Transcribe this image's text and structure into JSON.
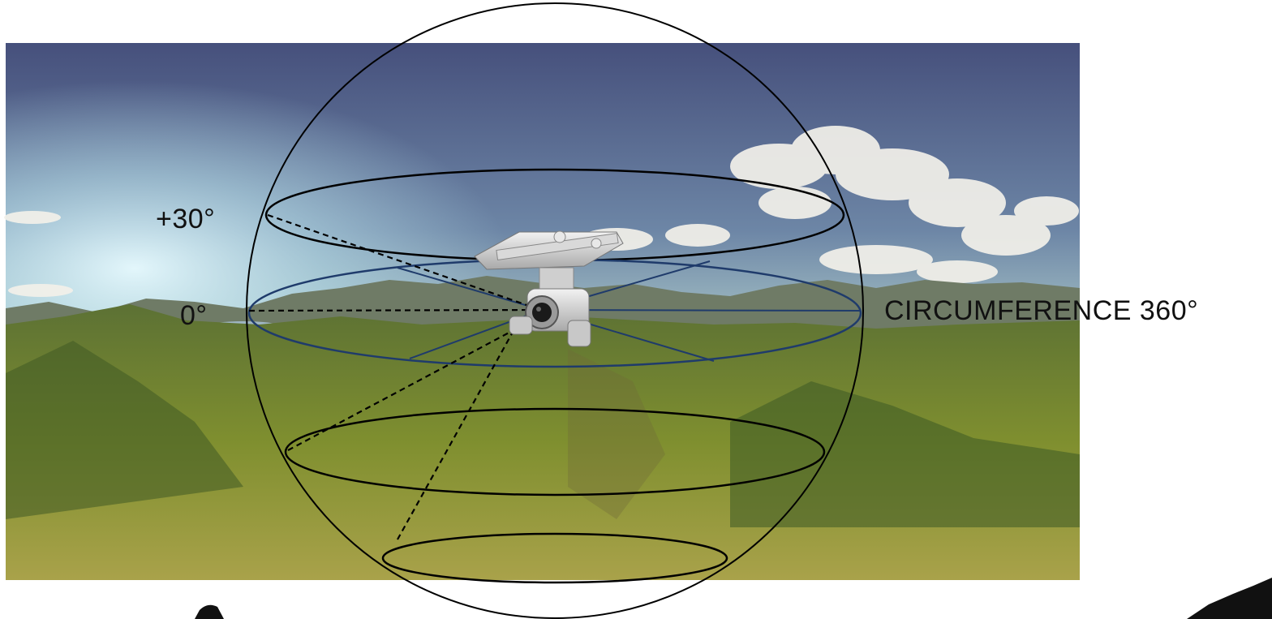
{
  "labels": {
    "elevation_up": "+30°",
    "elevation_horizon": "0°",
    "circumference": "CIRCUMFERENCE 360°"
  },
  "colors": {
    "outline": "#000000",
    "horizon_ring": "#1f3b6b",
    "sky_top": "#4b5a86",
    "sky_glow": "#bfe6ee",
    "mountains": "#5f7a3a",
    "meadow": "#9aa53a"
  },
  "icons": {
    "drone": "drone-gimbal-camera-icon",
    "dark_corner_left": "dark-shape-icon",
    "dark_corner_right": "dark-mountain-silhouette-icon"
  }
}
